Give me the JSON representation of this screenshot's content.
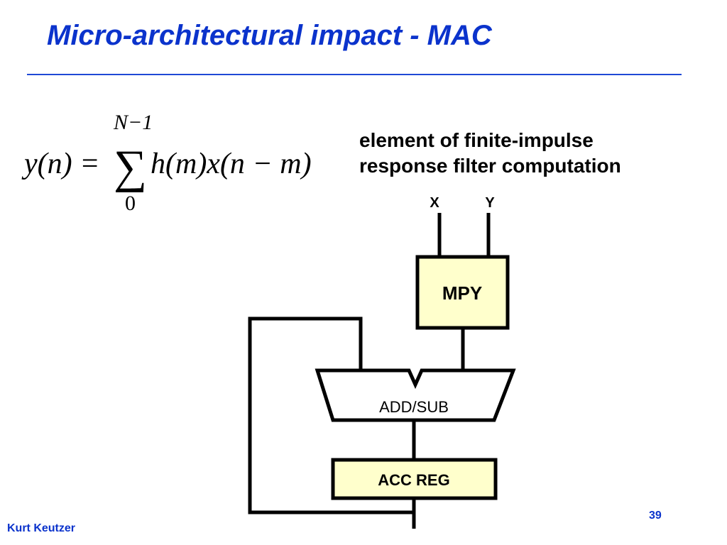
{
  "slide": {
    "title": "Micro-architectural impact - MAC",
    "author": "Kurt Keutzer",
    "page_number": "39"
  },
  "formula": {
    "lhs": "y(n) =",
    "sum_upper": "N−1",
    "sum_lower": "0",
    "sum_symbol": "∑",
    "term": "h(m)x(n − m)"
  },
  "description": {
    "line1": "element of finite-impulse",
    "line2": "response filter computation"
  },
  "diagram": {
    "input_x": "X",
    "input_y": "Y",
    "multiplier": "MPY",
    "adder": "ADD/SUB",
    "accumulator": "ACC REG",
    "colors": {
      "block_fill": "#ffffcc",
      "line": "#000000"
    }
  }
}
